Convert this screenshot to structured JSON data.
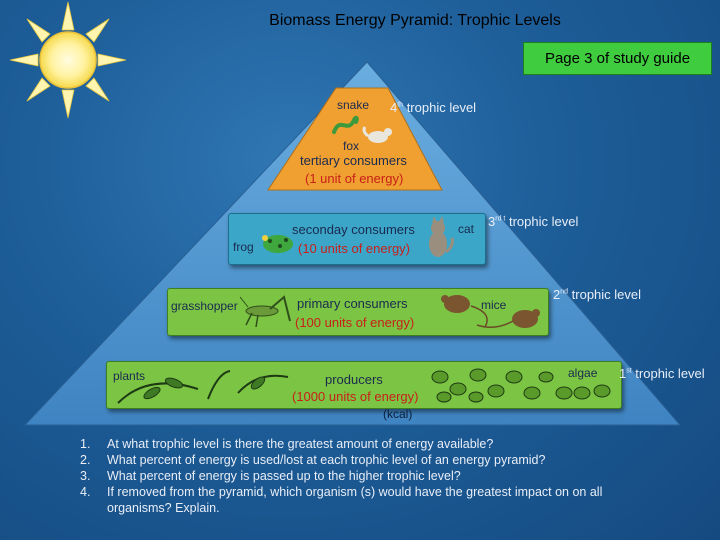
{
  "title": "Biomass Energy Pyramid:  Trophic Levels",
  "study_guide_label": "Page 3 of study guide",
  "colors": {
    "background": "#1d5d98",
    "pyramid": "#5b9bd0",
    "level4": "#f0a030",
    "level3": "#3ba6c8",
    "level2": "#7cc443",
    "level1": "#7cc443",
    "energy_text": "#c8201a",
    "study_guide": "#3fcc3f"
  },
  "levels": {
    "level4": {
      "trophic": "4",
      "trophic_suffix": "th",
      "trophic_text": " trophic level",
      "organisms": [
        "snake",
        "fox"
      ],
      "consumer": "tertiary consumers",
      "energy": "(1 unit of energy)"
    },
    "level3": {
      "trophic": "3",
      "trophic_suffix": "rd t",
      "trophic_text": " trophic level",
      "organisms": [
        "frog",
        "cat"
      ],
      "consumer": "seconday consumers",
      "energy": "(10 units of energy)"
    },
    "level2": {
      "trophic": "2",
      "trophic_suffix": "nd",
      "trophic_text": " trophic level",
      "organisms": [
        "grasshopper",
        "mice"
      ],
      "consumer": "primary consumers",
      "energy": "(100 units of energy)"
    },
    "level1": {
      "trophic": "1",
      "trophic_suffix": "st",
      "trophic_text": " trophic level",
      "organisms": [
        "plants",
        "algae"
      ],
      "consumer": "producers",
      "energy": "(1000 units of energy)"
    }
  },
  "unit_label": "(kcal)",
  "questions": [
    {
      "num": "1.",
      "text": "At what trophic level is there the greatest amount of energy available?"
    },
    {
      "num": "2.",
      "text": "What percent of energy is used/lost at each trophic level of an energy pyramid?"
    },
    {
      "num": "3.",
      "text": "What percent of energy is passed up to the higher trophic level?"
    },
    {
      "num": "4.",
      "text": "If removed from the pyramid, which organism (s) would have the greatest impact on on all organisms?  Explain."
    }
  ],
  "icons": [
    "sun-icon",
    "snake-icon",
    "fox-icon",
    "frog-icon",
    "cat-icon",
    "grasshopper-icon",
    "mouse-icon",
    "plant-icon",
    "algae-icon"
  ]
}
